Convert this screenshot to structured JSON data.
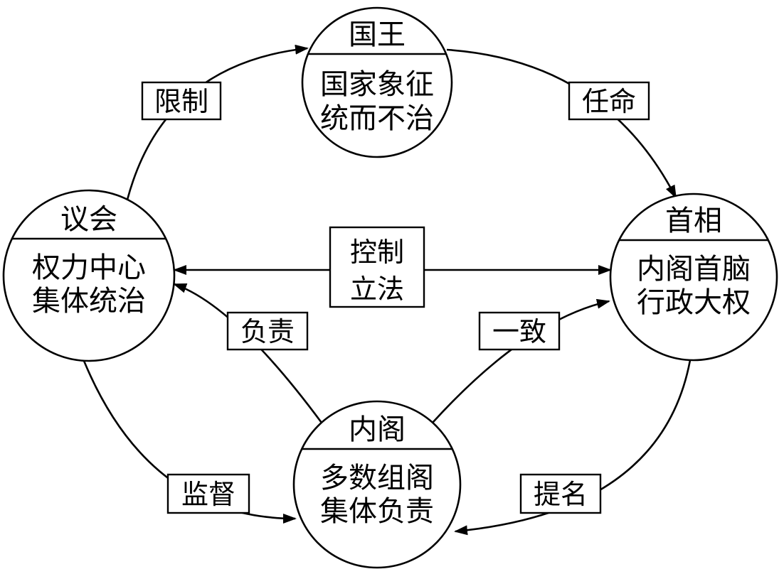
{
  "colors": {
    "background": "#ffffff",
    "stroke": "#000000",
    "text": "#000000"
  },
  "nodes": [
    {
      "id": "king",
      "title": "国王",
      "desc": [
        "国家象征",
        "统而不治"
      ]
    },
    {
      "id": "parliament",
      "title": "议会",
      "desc": [
        "权力中心",
        "集体统治"
      ]
    },
    {
      "id": "prime-minister",
      "title": "首相",
      "desc": [
        "内阁首脑",
        "行政大权"
      ]
    },
    {
      "id": "cabinet",
      "title": "内阁",
      "desc": [
        "多数组阁",
        "集体负责"
      ]
    }
  ],
  "edges": [
    {
      "id": "restrict",
      "label": "限制",
      "from": "议会",
      "to": "国王"
    },
    {
      "id": "appoint",
      "label": "任命",
      "from": "国王",
      "to": "首相"
    },
    {
      "id": "control-legislation",
      "label": [
        "控制",
        "立法"
      ],
      "from": "议会",
      "to": "首相",
      "bidirectional": true
    },
    {
      "id": "responsible",
      "label": "负责",
      "from": "内阁",
      "to": "议会"
    },
    {
      "id": "agree",
      "label": "一致",
      "from": "内阁",
      "to": "首相"
    },
    {
      "id": "supervise",
      "label": "监督",
      "from": "议会",
      "to": "内阁"
    },
    {
      "id": "nominate",
      "label": "提名",
      "from": "首相",
      "to": "内阁"
    }
  ]
}
